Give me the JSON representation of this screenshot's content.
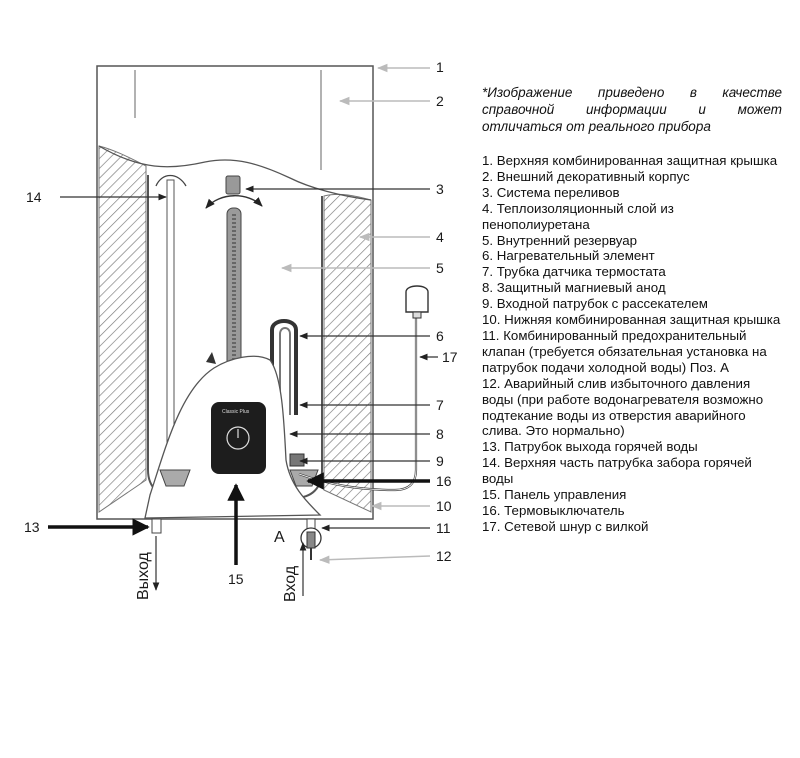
{
  "note": "*Изображение приведено в качестве справочной информации и может отличаться от реального прибора",
  "callouts": {
    "n1": "1",
    "n2": "2",
    "n3": "3",
    "n4": "4",
    "n5": "5",
    "n6": "6",
    "n7": "7",
    "n8": "8",
    "n9": "9",
    "n10": "10",
    "n11": "11",
    "n12": "12",
    "n13": "13",
    "n14": "14",
    "n15": "15",
    "n16": "16",
    "n17": "17",
    "position_a": "А"
  },
  "flow_labels": {
    "outlet": "Выход",
    "inlet": "Вход"
  },
  "legend": [
    "1. Верхняя комбинированная защитная крышка",
    "2. Внешний декоративный корпус",
    "3. Система переливов",
    "4. Теплоизоляционный слой из пенополиуретана",
    "5. Внутренний резервуар",
    "6. Нагревательный элемент",
    "7. Трубка датчика термостата",
    "8. Защитный магниевый анод",
    "9. Входной патрубок с рассекателем",
    "10. Нижняя комбинированная защитная крышка",
    "11. Комбинированный предохранительный клапан (требуется обязательная установка на патрубок подачи холодной воды) Поз. А",
    "12. Аварийный слив избыточного давления воды (при работе водонагревателя возможно подтекание воды из отверстия аварийного слива. Это нормально)",
    "13. Патрубок выхода горячей воды",
    "14. Верхняя часть патрубка забора горячей воды",
    "15. Панель управления",
    "16. Термовыключатель",
    "17. Сетевой шнур с вилкой"
  ]
}
